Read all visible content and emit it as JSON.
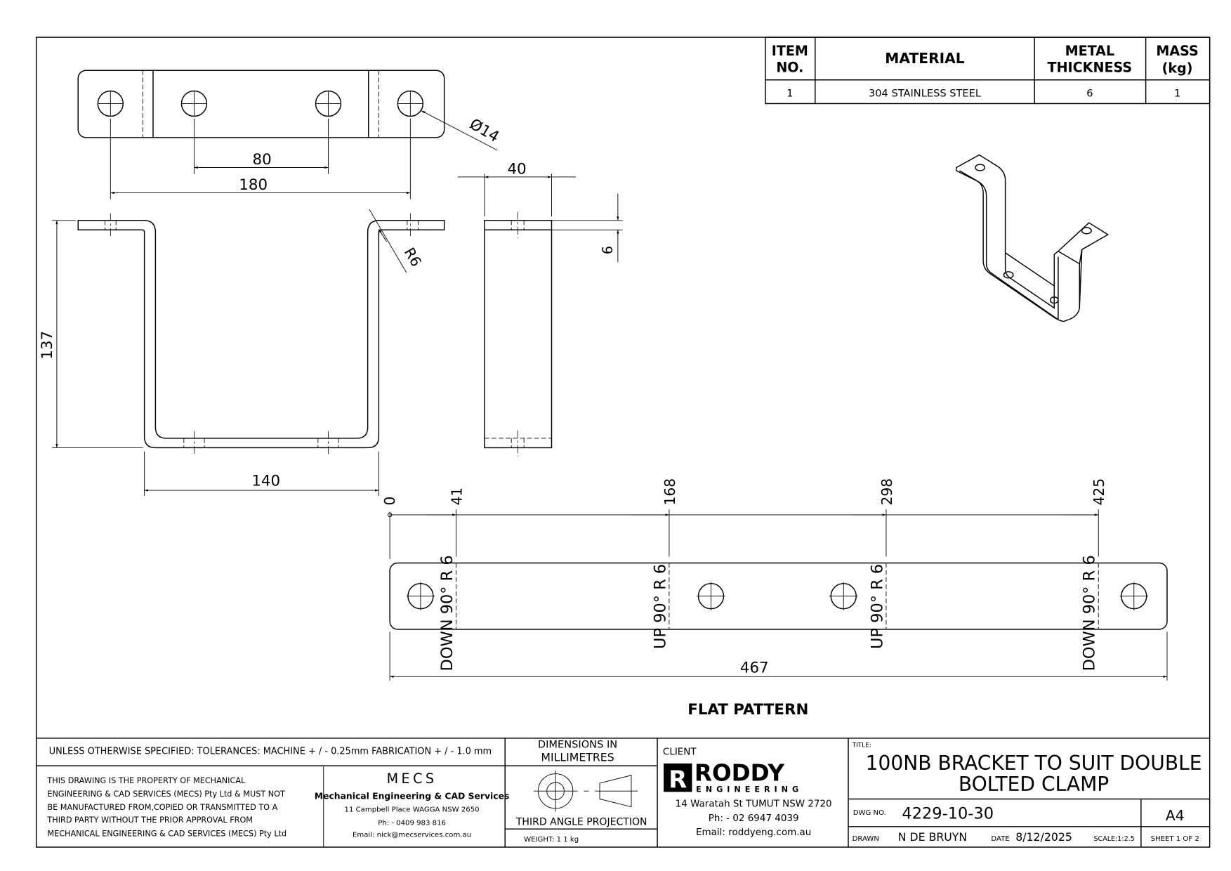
{
  "bom": {
    "headers": {
      "item_1": "ITEM",
      "item_2": "NO.",
      "material": "MATERIAL",
      "thick_1": "METAL",
      "thick_2": "THICKNESS",
      "mass_1": "MASS",
      "mass_2": "(kg)"
    },
    "rows": [
      {
        "item": "1",
        "material": "304 STAINLESS STEEL",
        "thickness": "6",
        "mass": "1"
      }
    ]
  },
  "dims": {
    "hole_dia": "Ø14",
    "hole_pitch_inner": "80",
    "hole_pitch_outer": "180",
    "width_side": "40",
    "thickness": "6",
    "height": "137",
    "inner_width": "140",
    "bend_radius": "R6",
    "flat_length": "467",
    "ordinates": [
      "0",
      "41",
      "168",
      "298",
      "425"
    ]
  },
  "bend_notes": [
    "DOWN 90° R 6",
    "UP 90° R 6",
    "UP 90° R 6",
    "DOWN 90° R 6"
  ],
  "flat_pattern_label": "FLAT PATTERN",
  "title_block": {
    "tolerances": "UNLESS OTHERWISE SPECIFIED: TOLERANCES: MACHINE + / - 0.25mm  FABRICATION + / - 1.0 mm",
    "units_1": "DIMENSIONS IN",
    "units_2": "MILLIMETRES",
    "property": [
      "THIS DRAWING IS THE PROPERTY OF MECHANICAL",
      "ENGINEERING & CAD SERVICES (MECS) Pty Ltd & MUST NOT",
      "BE MANUFACTURED FROM,COPIED OR TRANSMITTED TO A",
      "THIRD PARTY WITHOUT THE PRIOR APPROVAL FROM",
      "MECHANICAL ENGINEERING & CAD SERVICES (MECS) Pty Ltd"
    ],
    "mecs": {
      "logo": "MECS",
      "name": "Mechanical Engineering & CAD Services",
      "address": "11 Campbell Place WAGGA NSW 2650",
      "phone": "Ph: - 0409 983 816",
      "email": "Email: nick@mecservices.com.au"
    },
    "projection": "THIRD ANGLE PROJECTION",
    "weight": "WEIGHT: 1 1 kg",
    "client_label": "CLIENT",
    "client": {
      "logo_main": "RODDY",
      "logo_sub": "ENGINEERING",
      "address": "14 Waratah St TUMUT NSW 2720",
      "phone": "Ph: - 02 6947 4039",
      "email": "Email: roddyeng.com.au"
    },
    "title_label": "TITLE:",
    "title_1": "100NB BRACKET TO SUIT DOUBLE",
    "title_2": "BOLTED CLAMP",
    "dwg_label": "DWG NO.",
    "dwg_no": "4229-10-30",
    "size": "A4",
    "drawn_label": "DRAWN",
    "drawn_by": "N DE BRUYN",
    "date_label": "DATE",
    "date": "8/12/2025",
    "scale": "SCALE:1:2.5",
    "sheet": "SHEET 1 OF 2"
  }
}
